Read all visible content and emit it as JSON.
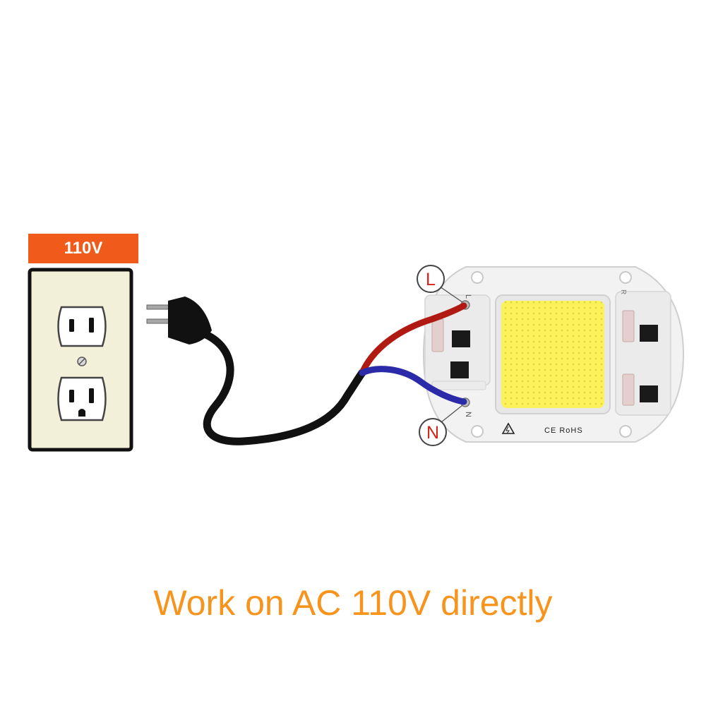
{
  "outlet": {
    "voltage_label": "110V"
  },
  "led_module": {
    "terminal_live": "L",
    "terminal_neutral": "N",
    "pcb_mark_live": "L",
    "pcb_mark_neutral": "N",
    "pcb_mark_corner": "R",
    "certification": "CE RoHS"
  },
  "caption": "Work on AC 110V directly",
  "colors": {
    "tag_orange": "#f05a1a",
    "caption_orange": "#f7941d",
    "outlet_plate": "#f3f0d9",
    "led_yellow": "#fbf15a",
    "wire_red": "#b01a12",
    "wire_blue": "#2b2aa8",
    "cable_black": "#111111",
    "callout_red": "#d0241b"
  },
  "icons": [
    "warning-triangle-icon",
    "outlet-screw-icon",
    "ground-hole-icon"
  ]
}
